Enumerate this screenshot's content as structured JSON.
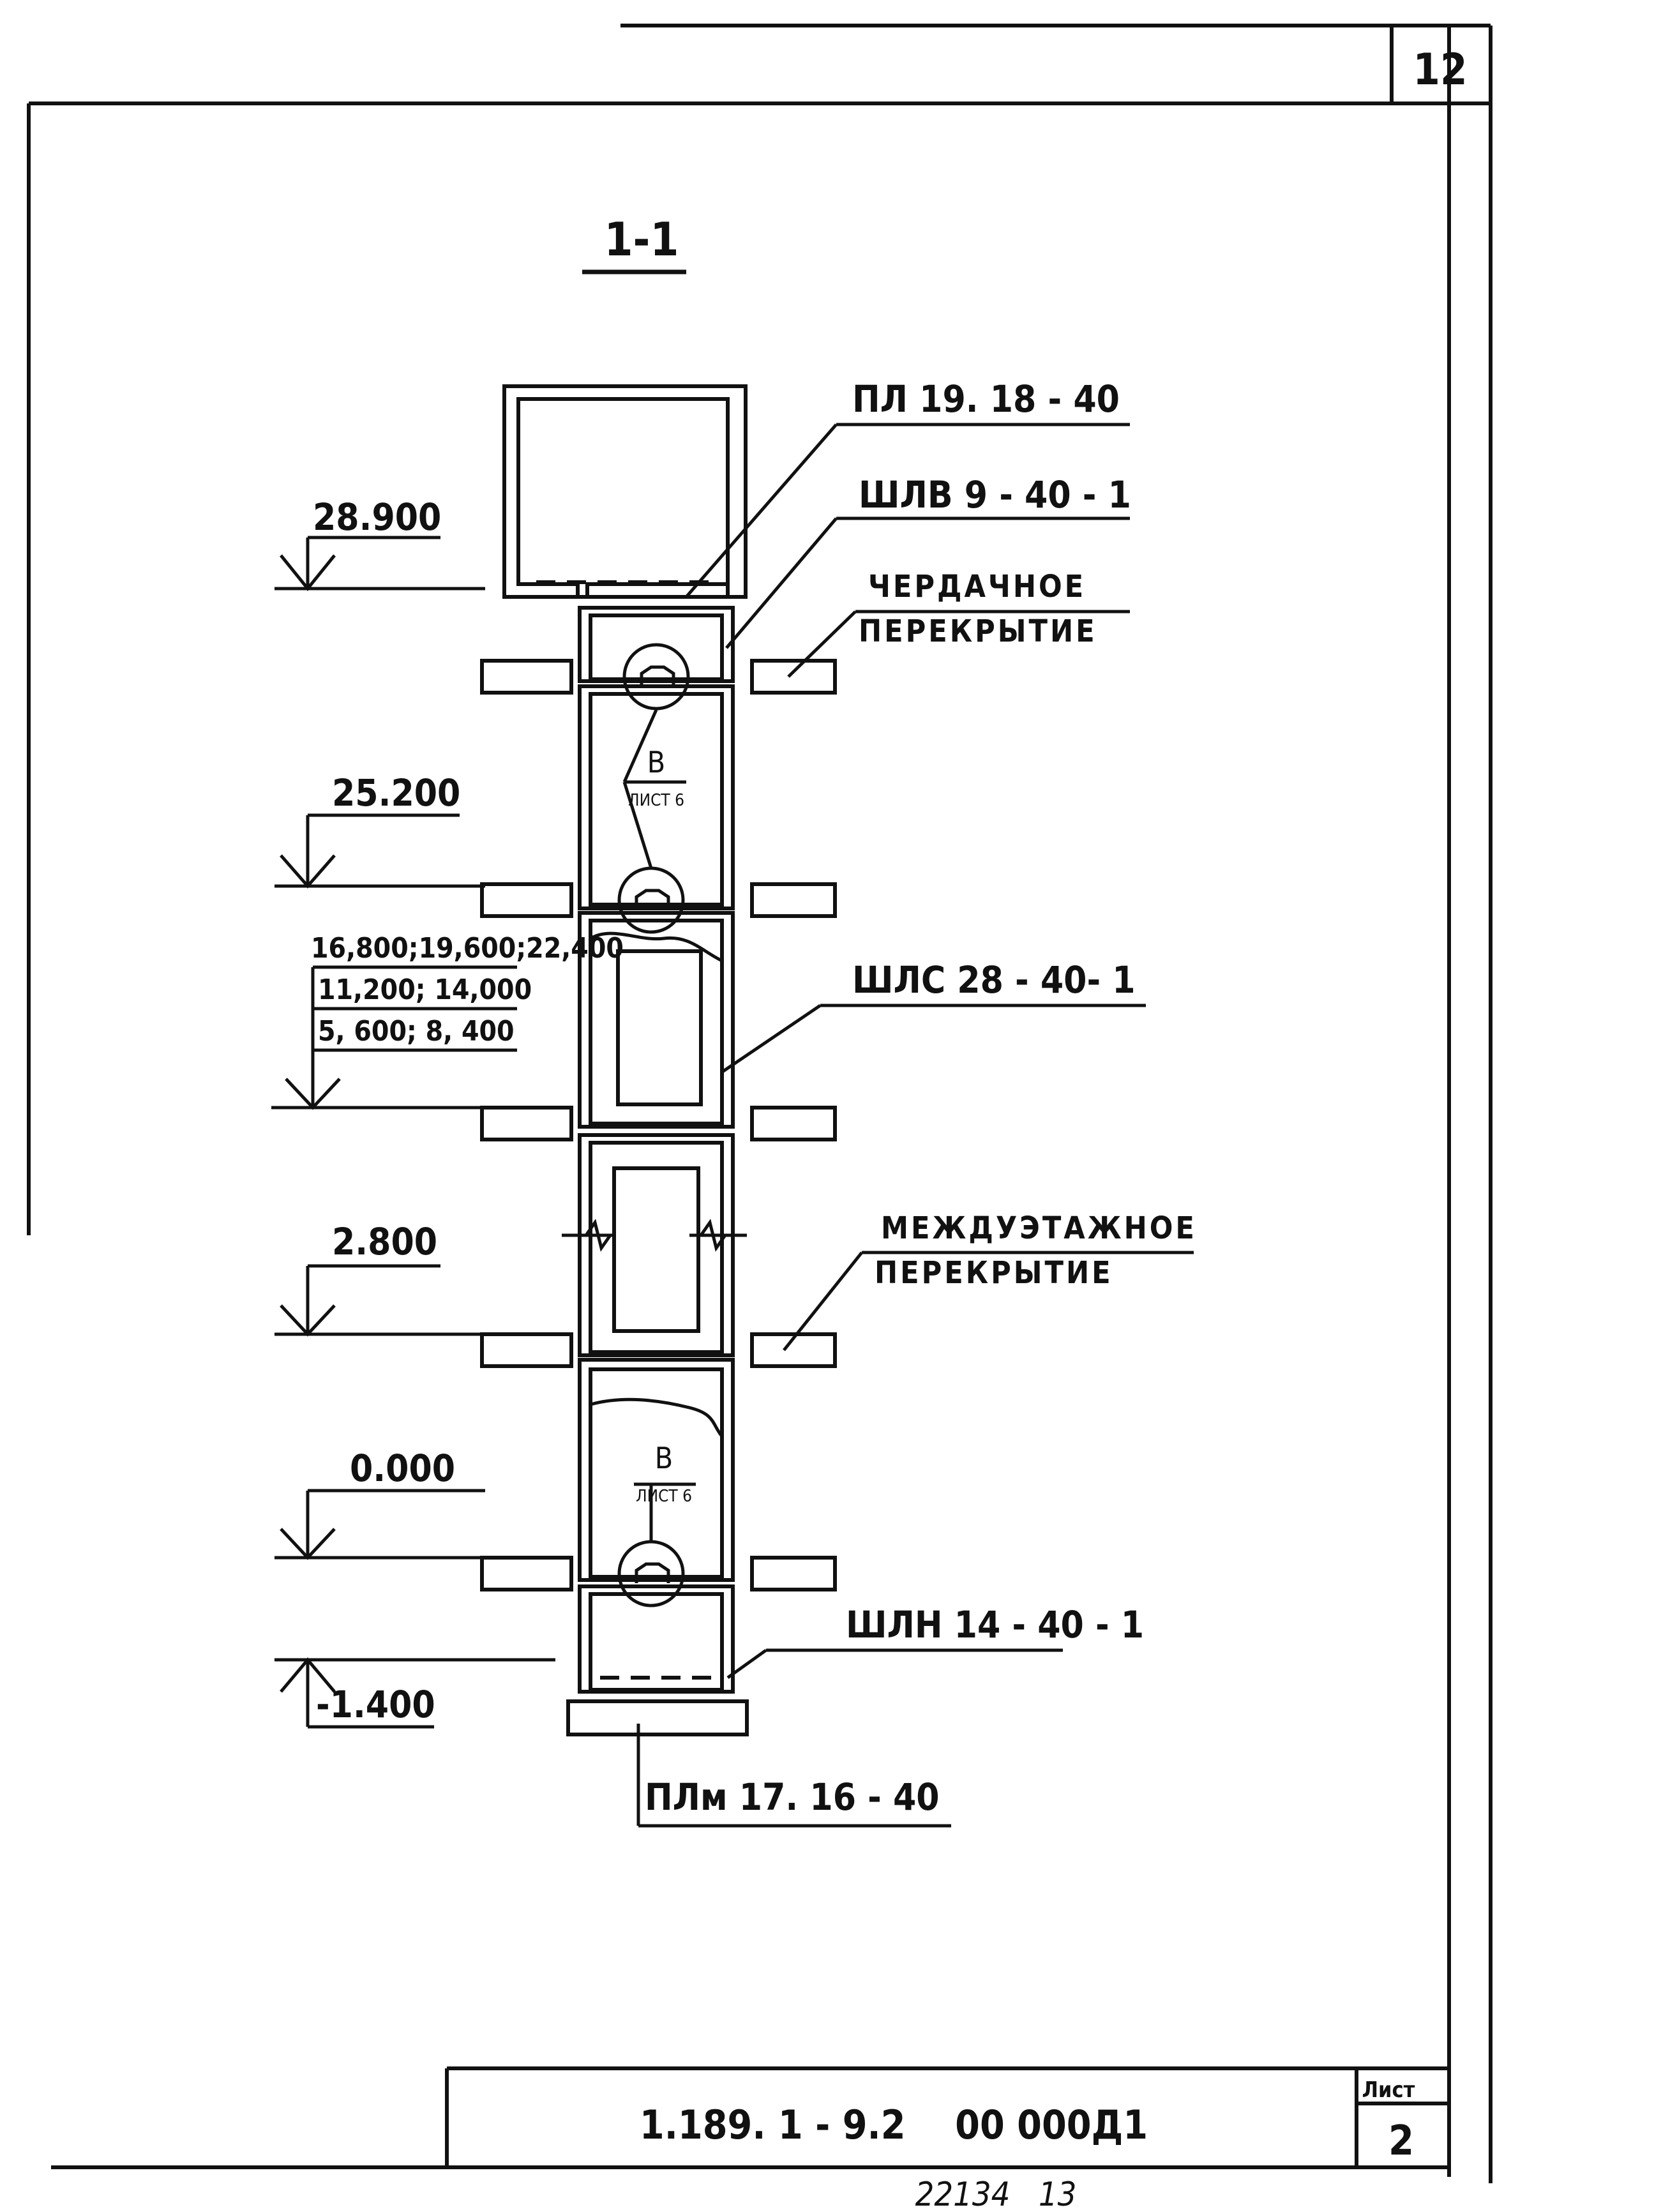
{
  "sheet_number": "12",
  "section_title": "1-1",
  "labels": {
    "top_slab": "ПЛ 19. 18 - 40",
    "upper_block": "ШЛВ 9 - 40 - 1",
    "attic_floor_line1": "ЧЕРДАЧНОЕ",
    "attic_floor_line2": "ПЕРЕКРЫТИЕ",
    "middle_block": "ШЛС 28 - 40- 1",
    "interfloor_line1": "МЕЖДУЭТАЖНОЕ",
    "interfloor_line2": "ПЕРЕКРЫТИЕ",
    "lower_block": "ШЛН 14 - 40 - 1",
    "base_slab": "ПЛм 17. 16 - 40"
  },
  "callouts": {
    "upper_letter": "В",
    "upper_sheet": "ЛИСТ 6",
    "lower_letter": "В",
    "lower_sheet": "ЛИСТ 6"
  },
  "levels": {
    "l1": "28.900",
    "l2": "25.200",
    "l3a": "16,800;19,600;22,400",
    "l3b": "11,200; 14,000",
    "l3c": "5, 600; 8, 400",
    "l4": "2.800",
    "l5": "0.000",
    "l6": "-1.400"
  },
  "title_block": {
    "doc_code": "1.189. 1 - 9.2    00 000Д1",
    "sheet_label": "Лист",
    "sheet_value": "2"
  },
  "footer_note": "22134   13"
}
